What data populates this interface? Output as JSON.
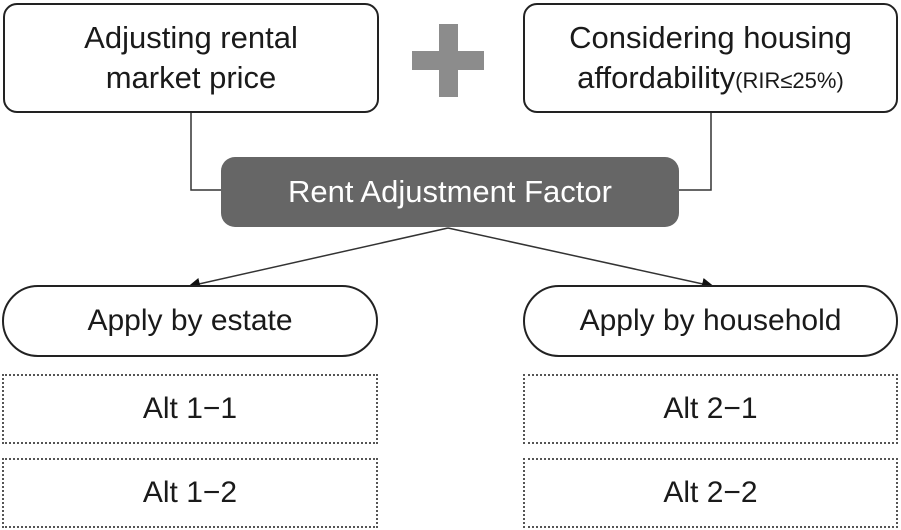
{
  "inputs": {
    "left": {
      "line1": "Adjusting rental",
      "line2": "market price"
    },
    "right": {
      "line1": "Considering housing",
      "line2_main": "affordability",
      "line2_small": "(RIR≤25%)"
    }
  },
  "factor": {
    "label": "Rent Adjustment Factor"
  },
  "branches": {
    "left": {
      "label": "Apply by estate",
      "alts": [
        "Alt 1−1",
        "Alt 1−2"
      ]
    },
    "right": {
      "label": "Apply by household",
      "alts": [
        "Alt 2−1",
        "Alt 2−2"
      ]
    }
  },
  "colors": {
    "plus": "#8c8c8c",
    "factor_fill": "#666666",
    "border": "#222222"
  }
}
